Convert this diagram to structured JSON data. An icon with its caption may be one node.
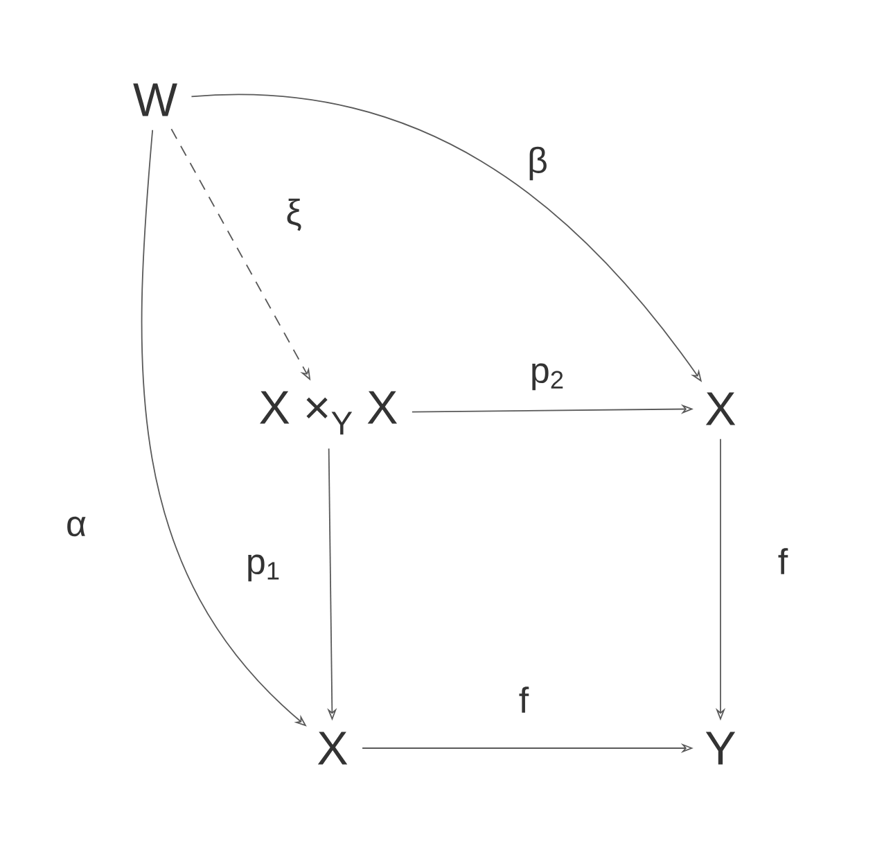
{
  "diagram": {
    "nodes": [
      {
        "text": [
          "W"
        ]
      },
      {
        "text": [
          "X ×$_{Y}$ X"
        ]
      },
      {
        "text": [
          "X"
        ]
      },
      {
        "text": [
          "X"
        ]
      },
      {
        "text": [
          "Y"
        ]
      }
    ],
    "edges": [
      {
        "from": 0,
        "to": 2,
        "arrow": "to",
        "label": "β"
      },
      {
        "from": 0,
        "to": 1,
        "arrow": "to",
        "label": "ξ",
        "style": "dashed"
      },
      {
        "from": 0,
        "to": 3,
        "arrow": "to",
        "label": "α"
      },
      {
        "from": 1,
        "to": 2,
        "arrow": "to",
        "label": "p$_{2}$"
      },
      {
        "from": 1,
        "to": 3,
        "arrow": "to",
        "label": "p$_{1}$"
      },
      {
        "from": 2,
        "to": 4,
        "arrow": "to",
        "label": "f"
      },
      {
        "from": 3,
        "to": 4,
        "arrow": "to",
        "label": "f"
      }
    ]
  }
}
